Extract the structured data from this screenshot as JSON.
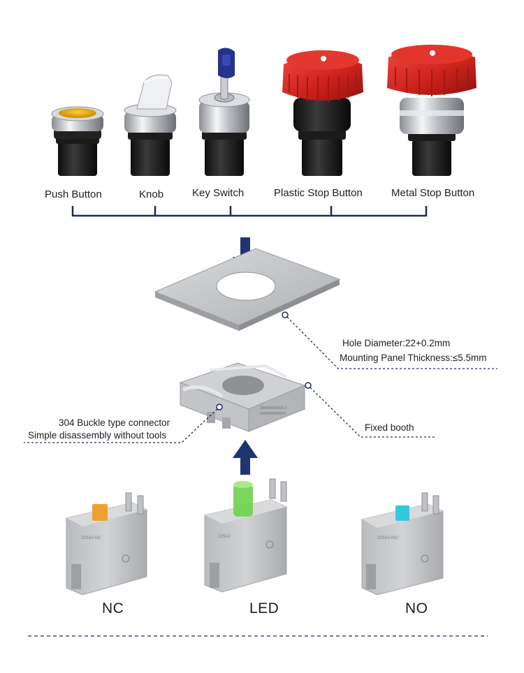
{
  "products": [
    {
      "name": "Push Button",
      "icon": "push-button-icon"
    },
    {
      "name": "Knob",
      "icon": "selector-knob-icon"
    },
    {
      "name": "Key Switch",
      "icon": "key-switch-icon"
    },
    {
      "name": "Plastic Stop Button",
      "icon": "plastic-emergency-stop-icon"
    },
    {
      "name": "Metal Stop Button",
      "icon": "metal-emergency-stop-icon"
    }
  ],
  "panel": {
    "hole_diameter": "Hole Diameter:22+0.2mm",
    "thickness": "Mounting Panel Thickness:≤5.5mm"
  },
  "base": {
    "connector_line1": "304 Buckle type connector",
    "connector_line2": "Simple disassembly without tools",
    "booth": "Fixed booth",
    "print_line1": "20000000000X.X",
    "print_line2": "20000000000XX"
  },
  "contacts": [
    {
      "name": "NC",
      "module_print": "22SA2-NC",
      "accent": "#f0a030"
    },
    {
      "name": "LED",
      "module_print": "22SA2",
      "accent": "#6ed04a"
    },
    {
      "name": "NO",
      "module_print": "22SA2-NO",
      "accent": "#34c8e0"
    }
  ],
  "colors": {
    "bracket": "#1d2b5c",
    "arrow": "#1d3570",
    "stop_red": "#d42a22",
    "module_grey": "#c4c6c9"
  }
}
